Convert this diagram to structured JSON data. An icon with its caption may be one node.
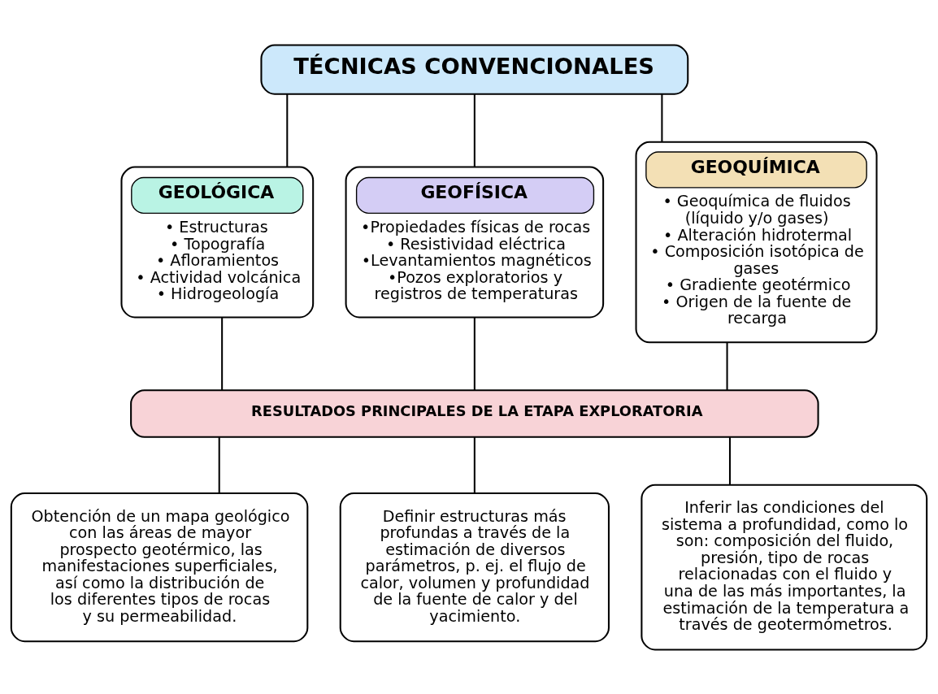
{
  "diagram": {
    "nodes": [
      {
        "text": [
          "TÉCNICAS CONVENCIONALES"
        ]
      },
      {
        "text": [
          "GEOLÓGICA",
          "• Estructuras",
          "• Topografía",
          "• Afloramientos",
          "• Actividad volcánica",
          "• Hidrogeología"
        ]
      },
      {
        "text": [
          "GEOFÍSICA",
          "•Propiedades físicas de rocas",
          "• Resistividad eléctrica",
          "•Levantamientos magnéticos",
          "•Pozos exploratorios y registros de temperaturas"
        ]
      },
      {
        "text": [
          "GEOQUÍMICA",
          "• Geoquímica de fluidos (líquido y/o gases)",
          "• Alteración hidrotermal",
          "• Composición isotópica de gases",
          "• Gradiente geotérmico",
          "• Origen de la fuente de recarga"
        ]
      },
      {
        "text": [
          "RESULTADOS PRINCIPALES DE LA ETAPA EXPLORATORIA"
        ]
      },
      {
        "text": [
          "Obtención de un mapa geológico con las áreas de mayor prospecto geotérmico, las manifestaciones superficiales, así como la distribución de los diferentes tipos de rocas y su permeabilidad."
        ]
      },
      {
        "text": [
          "Definir estructuras más profundas a través de la estimación de diversos parámetros, p. ej. el flujo de calor, volumen y profundidad de la fuente de calor y del yacimiento."
        ]
      },
      {
        "text": [
          "Inferir las condiciones del sistema a profundidad, como lo son: composición del fluido, presión, tipo de rocas relacionadas con el fluido y una de las más importantes, la estimación de la temperatura a través de geotermómetros."
        ]
      }
    ],
    "edges": [
      {
        "from": 0,
        "to": 1,
        "arrow": "none"
      },
      {
        "from": 0,
        "to": 2,
        "arrow": "none"
      },
      {
        "from": 0,
        "to": 3,
        "arrow": "none"
      },
      {
        "from": 1,
        "to": 4,
        "arrow": "none"
      },
      {
        "from": 2,
        "to": 4,
        "arrow": "none"
      },
      {
        "from": 3,
        "to": 4,
        "arrow": "none"
      },
      {
        "from": 4,
        "to": 5,
        "arrow": "none"
      },
      {
        "from": 4,
        "to": 6,
        "arrow": "none"
      },
      {
        "from": 4,
        "to": 7,
        "arrow": "none"
      }
    ]
  }
}
